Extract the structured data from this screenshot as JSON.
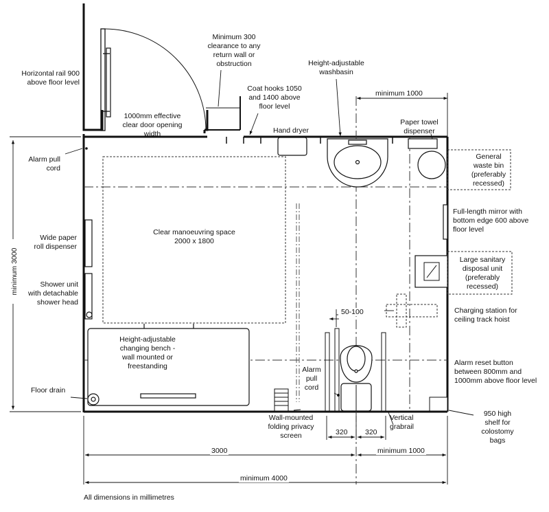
{
  "labels": {
    "horizontal_rail": [
      "Horizontal rail 900",
      "above floor level"
    ],
    "min_300": [
      "Minimum 300",
      "clearance to any",
      "return wall or",
      "obstruction"
    ],
    "washbasin": [
      "Height-adjustable",
      "washbasin"
    ],
    "coat_hooks": [
      "Coat hooks 1050",
      "and 1400 above",
      "floor level"
    ],
    "door_opening": [
      "1000mm effective",
      "clear door opening",
      "width"
    ],
    "hand_dryer": "Hand dryer",
    "paper_towel": [
      "Paper towel",
      "dispenser"
    ],
    "alarm_pull_cord_left": [
      "Alarm pull",
      "cord"
    ],
    "waste_bin": [
      "General",
      "waste bin",
      "(preferably",
      "recessed)"
    ],
    "clear_space": [
      "Clear manoeuvring space",
      "2000 x 1800"
    ],
    "paper_roll": [
      "Wide paper",
      "roll dispenser"
    ],
    "mirror": [
      "Full-length mirror with",
      "bottom edge 600 above",
      "floor level"
    ],
    "sanitary": [
      "Large sanitary",
      "disposal unit",
      "(preferably",
      "recessed)"
    ],
    "shower": [
      "Shower unit",
      "with detachable",
      "shower head"
    ],
    "charging": [
      "Charging station for",
      "ceiling track hoist"
    ],
    "bench": [
      "Height-adjustable",
      "changing bench -",
      "wall mounted or",
      "freestanding"
    ],
    "alarm_reset": [
      "Alarm reset button",
      "between 800mm and",
      "1000mm above floor level"
    ],
    "alarm_pull_cord_toilet": [
      "Alarm",
      "pull",
      "cord"
    ],
    "floor_drain": "Floor drain",
    "privacy_screen": [
      "Wall-mounted",
      "folding privacy",
      "screen"
    ],
    "vertical_grabrail": [
      "Vertical",
      "grabrail"
    ],
    "shelf": [
      "950 high",
      "shelf for",
      "colostomy",
      "bags"
    ],
    "footnote": "All dimensions in millimetres"
  },
  "dimensions": {
    "min_1000_top": "minimum 1000",
    "min_3000_side": "minimum 3000",
    "d_50_100": "50-100",
    "d_320_a": "320",
    "d_320_b": "320",
    "d_3000": "3000",
    "min_1000_bottom": "minimum 1000",
    "min_4000": "minimum 4000"
  },
  "colors": {
    "line": "#111111",
    "dash": "#333333",
    "grey": "#888888"
  }
}
